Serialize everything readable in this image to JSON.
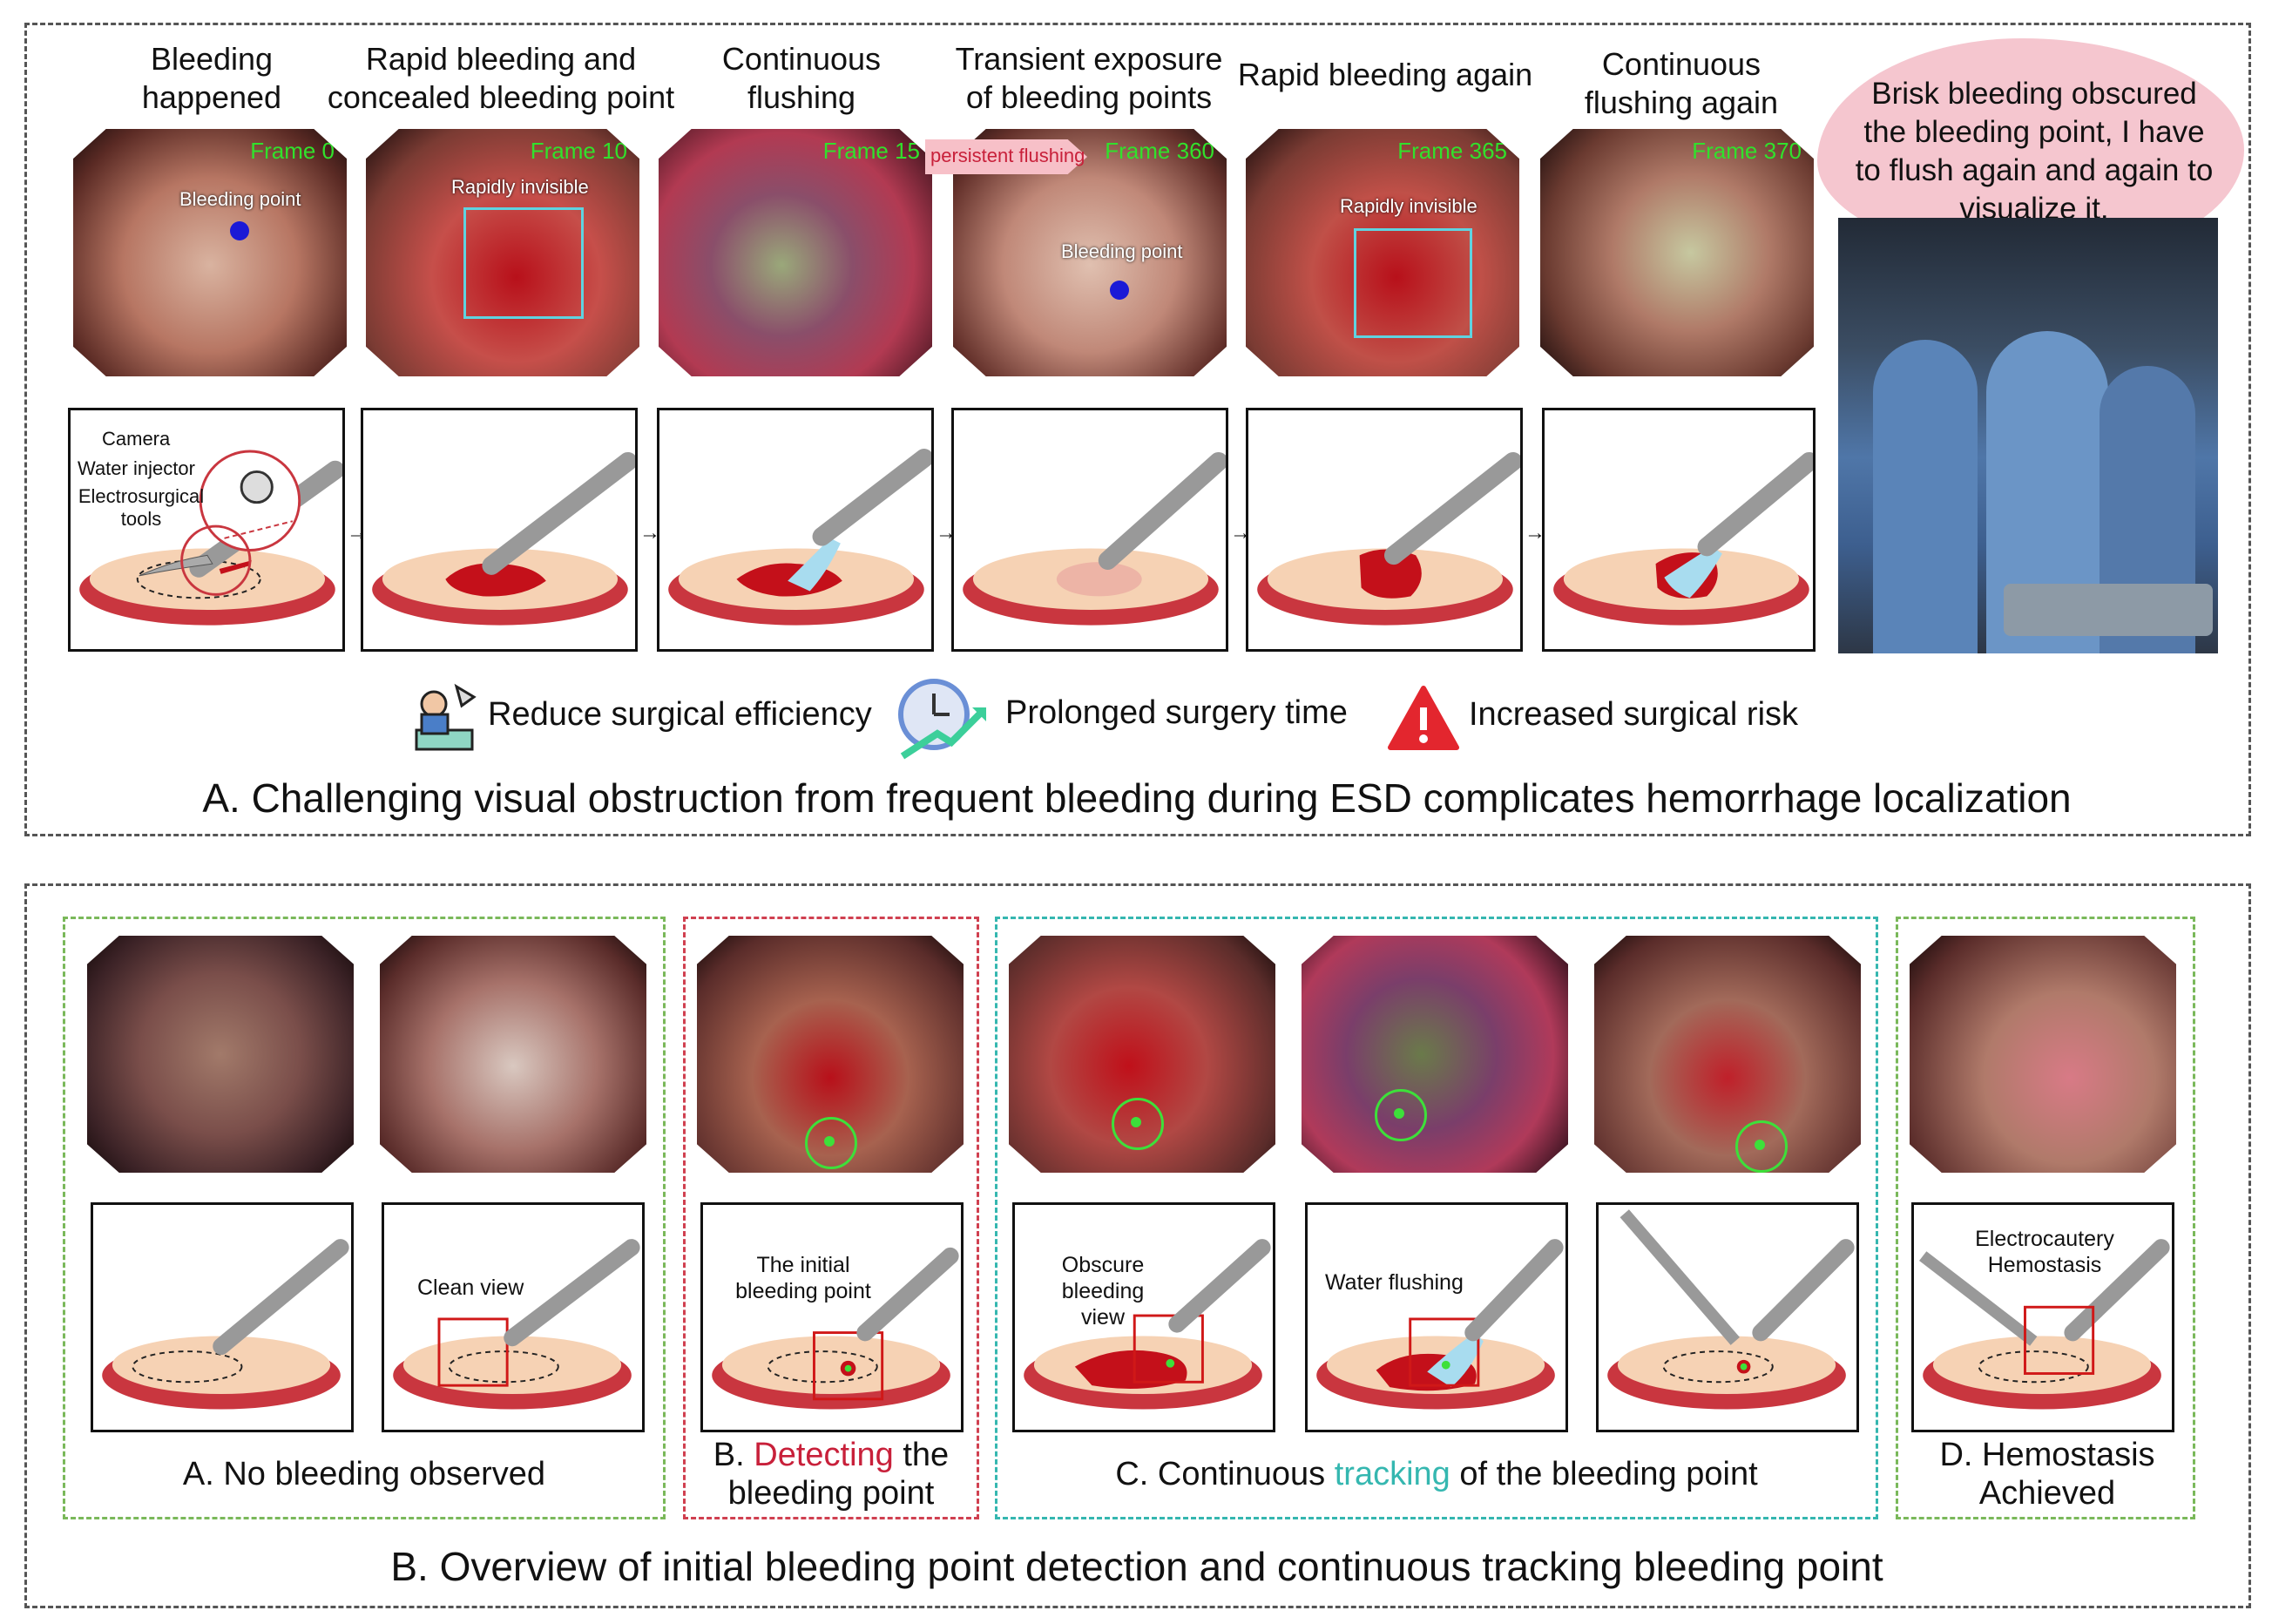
{
  "panel_a": {
    "headers": [
      "Bleeding happened",
      "Rapid bleeding and concealed bleeding point",
      "Continuous flushing",
      "Transient exposure of bleeding points",
      "Rapid bleeding again",
      "Continuous flushing again"
    ],
    "frame_labels": [
      "Frame 0",
      "Frame 10",
      "Frame 15",
      "Frame 360",
      "Frame 365",
      "Frame 370"
    ],
    "image_notes": {
      "bleeding_point_1": "Bleeding point",
      "invisible_1": "Rapidly invisible",
      "bleeding_point_2": "Bleeding point",
      "invisible_2": "Rapidly invisible"
    },
    "flushing_arrow": "persistent flushing",
    "tool_labels": {
      "camera": "Camera",
      "water": "Water injector",
      "electro": "Electrosurgical tools"
    },
    "thought": "Brisk bleeding obscured the bleeding point, I have to flush again and again to visualize it.",
    "legend": [
      "Reduce surgical efficiency",
      "Prolonged surgery time",
      "Increased surgical risk"
    ],
    "caption": "A. Challenging visual obstruction from frequent bleeding during ESD complicates hemorrhage localization"
  },
  "panel_b": {
    "notes": {
      "clean_view": "Clean view",
      "initial": "The initial bleeding point",
      "obscure": "Obscure bleeding view",
      "flushing": "Water flushing",
      "hemostasis": "Electrocautery Hemostasis"
    },
    "captions": {
      "a": "A. No bleeding observed",
      "b_pre": "B. ",
      "b_hl": "Detecting",
      "b_post": " the bleeding point",
      "c_pre": "C. Continuous ",
      "c_hl": "tracking",
      "c_post": " of the bleeding point",
      "d": "D. Hemostasis Achieved"
    },
    "caption": "B. Overview of initial bleeding point detection and continuous tracking bleeding point"
  },
  "colors": {
    "detect": "#c8203a",
    "track": "#35b7b0",
    "frame_green": "#31e12c",
    "tissue": "#f6d2b4",
    "rim": "#c9363f",
    "blood": "#c4101a",
    "water": "#a8dcef"
  }
}
